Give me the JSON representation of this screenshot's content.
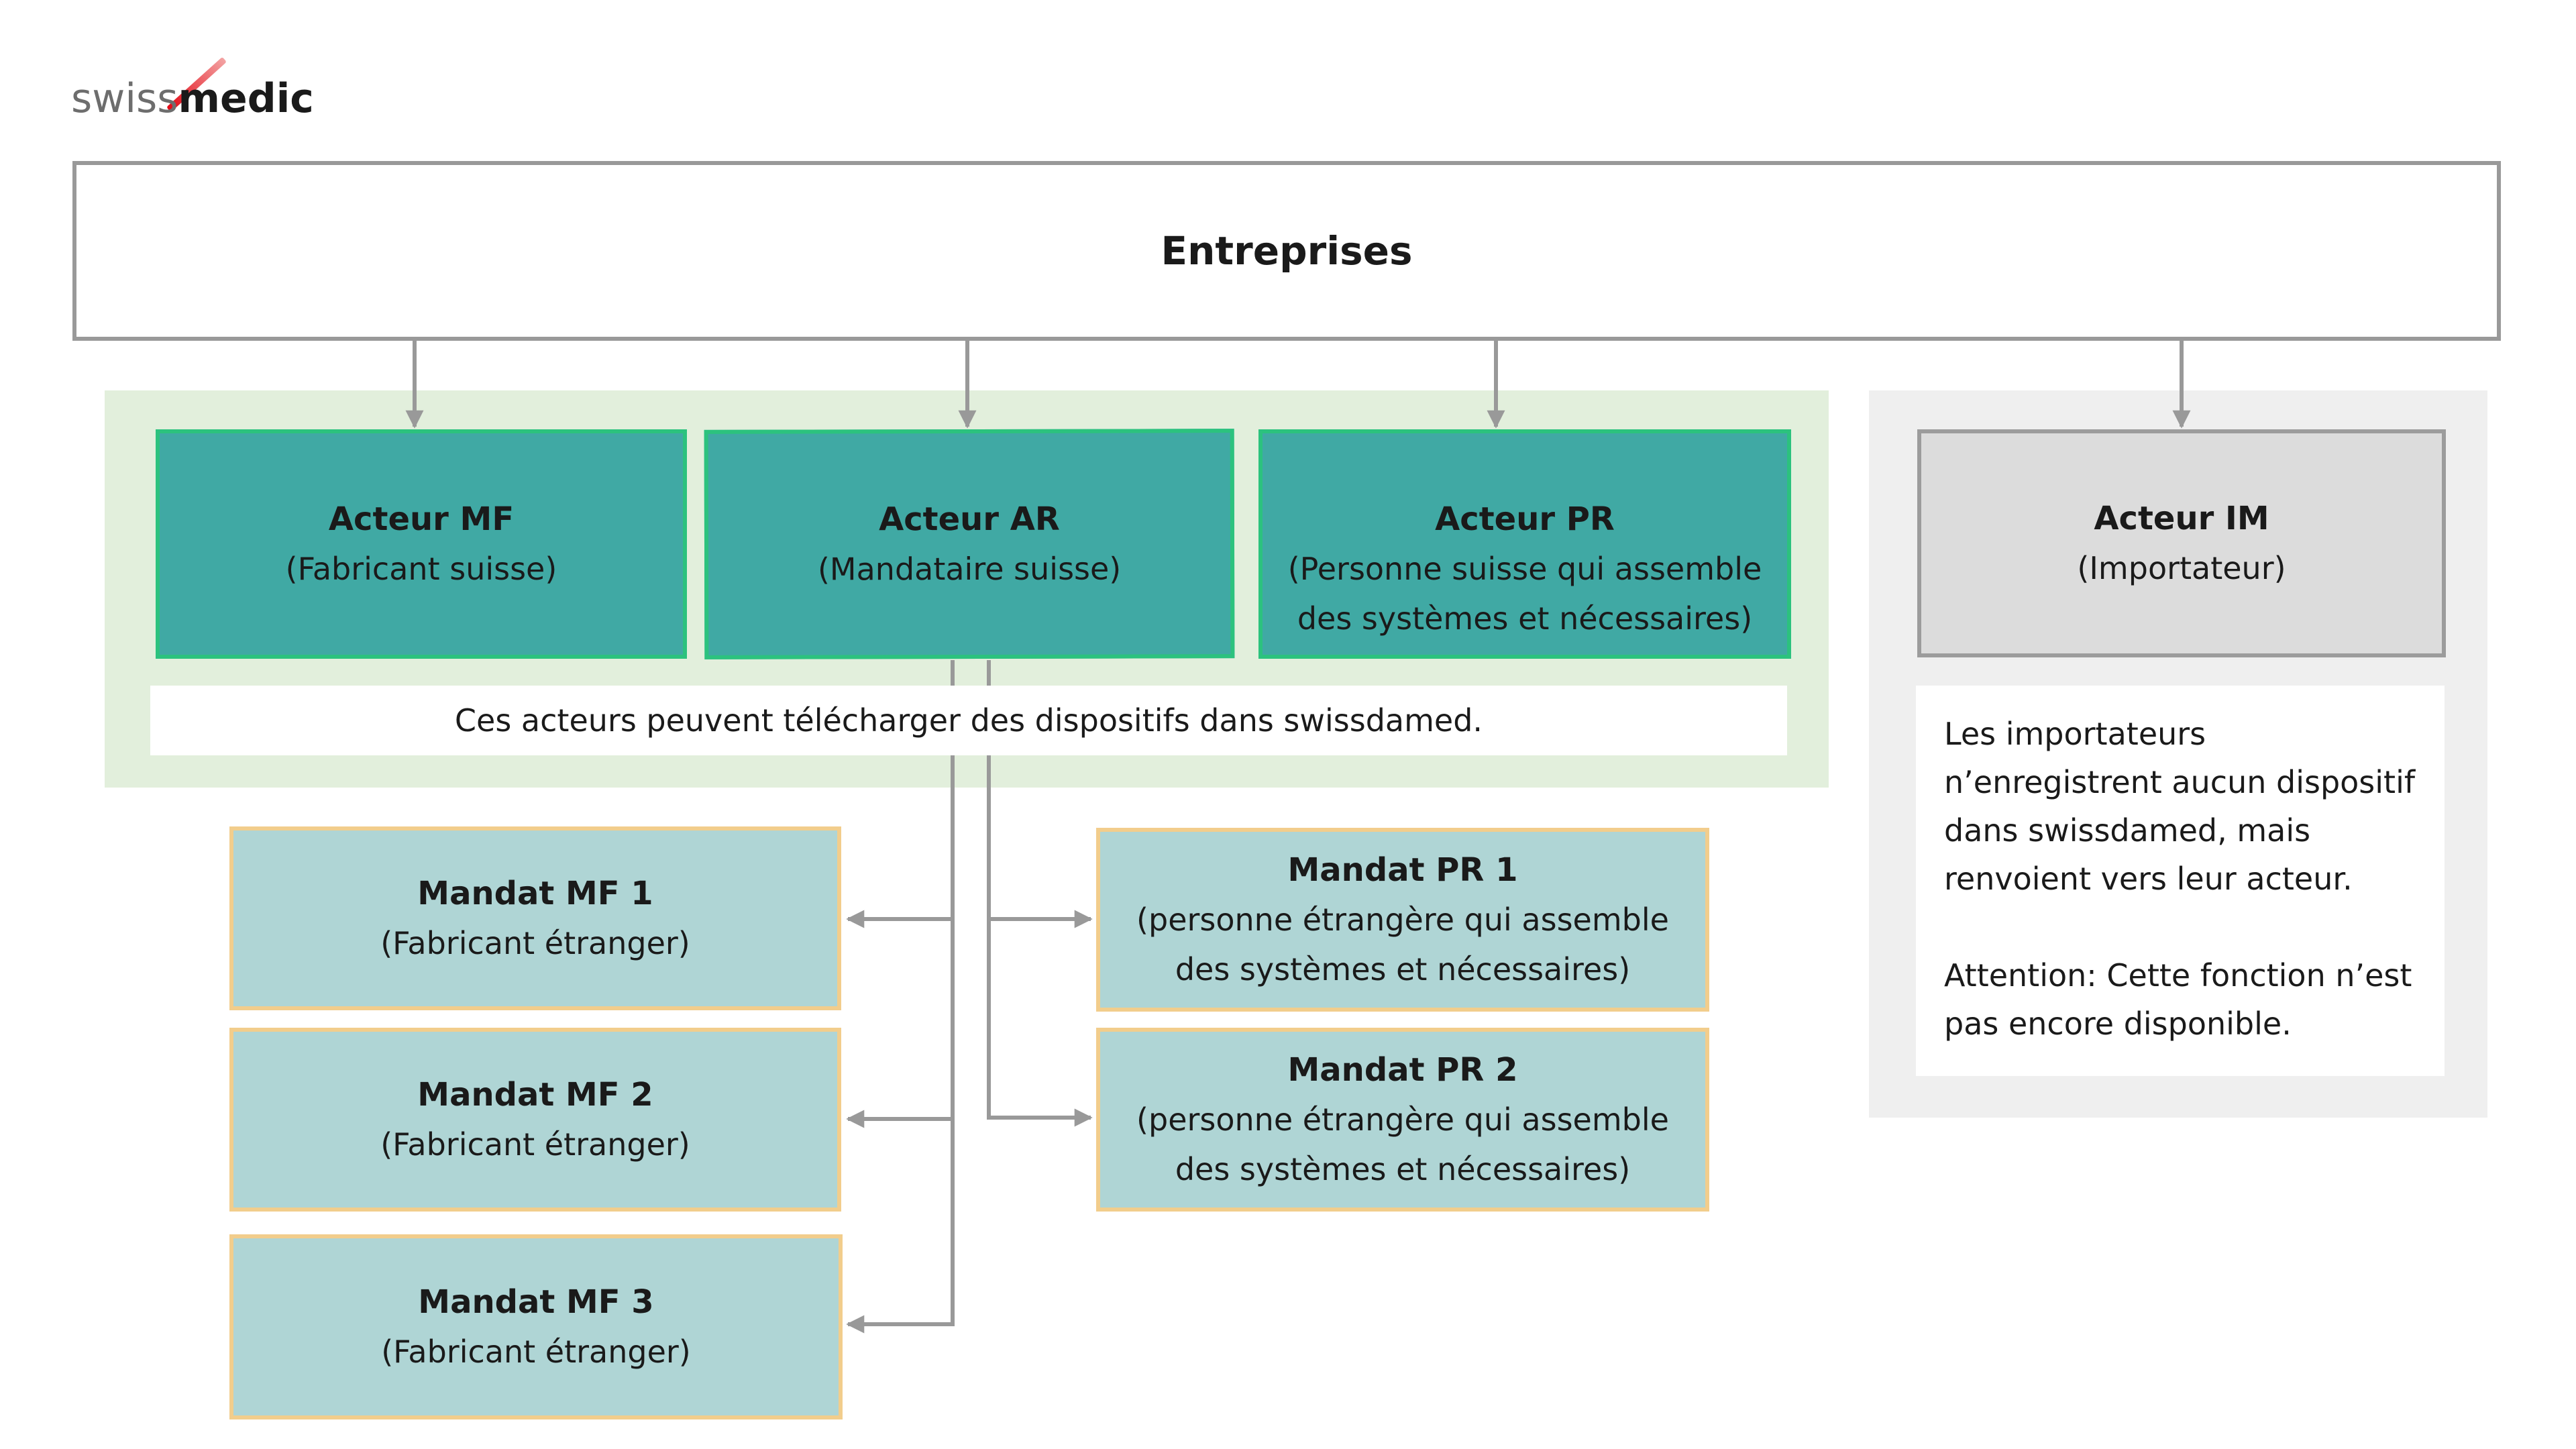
{
  "logo": {
    "part1": "swiss",
    "part2": "medic"
  },
  "root": {
    "label": "Entreprises"
  },
  "actors": [
    {
      "title": "Acteur MF",
      "line1": "(Fabricant suisse)",
      "line2": ""
    },
    {
      "title": "Acteur AR",
      "line1": "(Mandataire suisse)",
      "line2": ""
    },
    {
      "title": "Acteur PR",
      "line1": "(Personne suisse qui assemble",
      "line2": "des systèmes et nécessaires)"
    },
    {
      "title": "Acteur IM",
      "line1": "(Importateur)",
      "line2": ""
    }
  ],
  "upload_note": "Ces acteurs peuvent télécharger des dispositifs dans swissdamed.",
  "importer_note": {
    "paragraph1": "Les importateurs n’enregistrent aucun dispositif dans swissdamed, mais renvoient vers leur acteur.",
    "paragraph2": "Attention: Cette fonction n’est pas encore disponible."
  },
  "mandates_mf": [
    {
      "title": "Mandat MF 1",
      "line1": "(Fabricant étranger)"
    },
    {
      "title": "Mandat MF 2",
      "line1": "(Fabricant étranger)"
    },
    {
      "title": "Mandat MF 3",
      "line1": "(Fabricant étranger)"
    }
  ],
  "mandates_pr": [
    {
      "title": "Mandat PR 1",
      "line1": "(personne étrangère qui assemble",
      "line2": "des systèmes et nécessaires)"
    },
    {
      "title": "Mandat PR 2",
      "line1": "(personne étrangère qui assemble",
      "line2": "des systèmes et nécessaires)"
    }
  ],
  "colors": {
    "actor_fill": "#40a9a4",
    "actor_border": "#2cc27e",
    "mandate_fill": "#afd5d5",
    "mandate_border": "#f2cd8c",
    "importer_fill": "#dcdcdc",
    "group_panel": "#e2efdc",
    "importer_panel": "#efefef",
    "connector": "#999999",
    "logo_slash": "#e30613"
  }
}
